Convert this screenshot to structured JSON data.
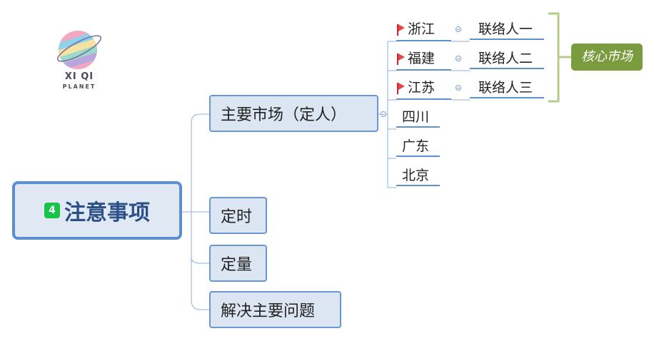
{
  "logo": {
    "main": "XI QI",
    "sub": "PLANET"
  },
  "central": {
    "badge": "4",
    "title": "注意事项"
  },
  "topics": [
    {
      "label": "主要市场（定人）"
    },
    {
      "label": "定时"
    },
    {
      "label": "定量"
    },
    {
      "label": "解决主要问题"
    }
  ],
  "subtopics": [
    {
      "label": "浙江",
      "contact": "联络人一",
      "flag": "red-flag-icon"
    },
    {
      "label": "福建",
      "contact": "联络人二",
      "flag": "red-flag-icon"
    },
    {
      "label": "江苏",
      "contact": "联络人三",
      "flag": "red-flag-icon"
    },
    {
      "label": "四川"
    },
    {
      "label": "广东"
    },
    {
      "label": "北京"
    }
  ],
  "summary": {
    "label": "核心市场"
  },
  "colors": {
    "accent": "#5b8fd0",
    "summary": "#7a9b3e",
    "flag": "#e24848",
    "badge": "#19c34a"
  }
}
